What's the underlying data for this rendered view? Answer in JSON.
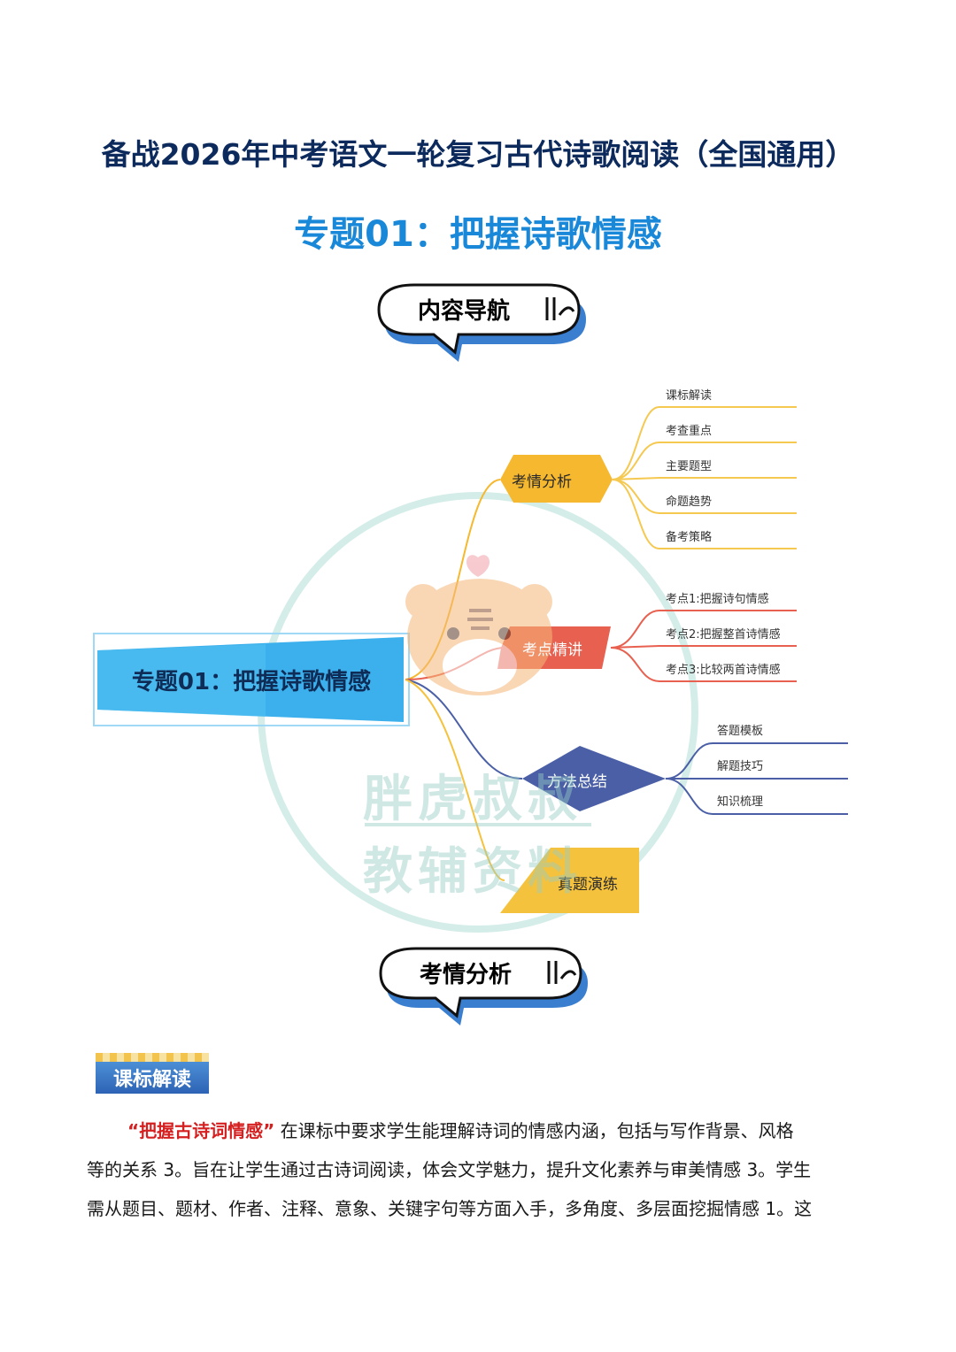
{
  "header": {
    "main_title": "备战2026年中考语文一轮复习古代诗歌阅读（全国通用）",
    "sub_title": "专题01：把握诗歌情感"
  },
  "nav_bubble": {
    "label": "内容导航"
  },
  "mindmap": {
    "root": "专题01：把握诗歌情感",
    "branches": [
      {
        "label": "考情分析",
        "color": "#f5b82e",
        "leaves": [
          "课标解读",
          "考查重点",
          "主要题型",
          "命题趋势",
          "备考策略"
        ]
      },
      {
        "label": "考点精讲",
        "color": "#e8604f",
        "leaves": [
          "考点1:把握诗句情感",
          "考点2:把握整首诗情感",
          "考点3:比较两首诗情感"
        ]
      },
      {
        "label": "方法总结",
        "color": "#4a5fa6",
        "leaves": [
          "答题模板",
          "解题技巧",
          "知识梳理"
        ]
      },
      {
        "label": "真题演练",
        "color": "#f5c23e",
        "leaves": []
      }
    ]
  },
  "watermark": {
    "line1": "胖虎叔叔",
    "line2": "教辅资料"
  },
  "analysis_bubble": {
    "label": "考情分析"
  },
  "section": {
    "badge": "课标解读"
  },
  "paragraph": {
    "emphasis": "“把握古诗词情感”",
    "line1": " 在课标中要求学生能理解诗词的情感内涵，包括与写作背景、风格",
    "line2": "等的关系 3。旨在让学生通过古诗词阅读，体会文学魅力，提升文化素养与审美情感 3。学生",
    "line3": "需从题目、题材、作者、注释、意象、关键字句等方面入手，多角度、多层面挖掘情感 1。这"
  }
}
